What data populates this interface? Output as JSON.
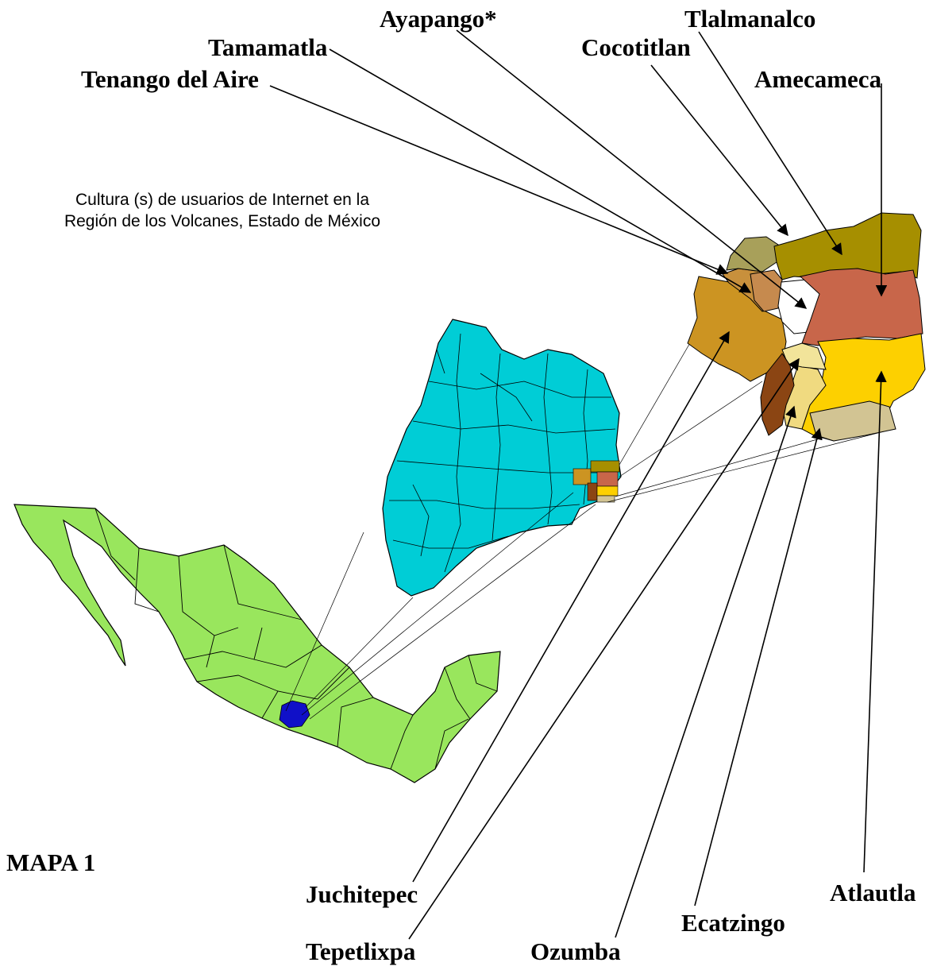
{
  "map_title": {
    "line1": "Cultura (s) de usuarios de Internet en la",
    "line2": "Región de los Volcanes, Estado de México"
  },
  "map_label": "MAPA 1",
  "municipalities": [
    {
      "name": "Ayapango*",
      "color": "#ffffff"
    },
    {
      "name": "Tlalmanalco",
      "color": "#a68f00"
    },
    {
      "name": "Tamamatla",
      "color": "#c68a4e"
    },
    {
      "name": "Cocotitlan",
      "color": "#a8a05a"
    },
    {
      "name": "Tenango del Aire",
      "color": "#c8903c"
    },
    {
      "name": "Amecameca",
      "color": "#c8664a"
    },
    {
      "name": "Juchitepec",
      "color": "#cc9422"
    },
    {
      "name": "Tepetlixpa",
      "color": "#f2e49a"
    },
    {
      "name": "Ozumba",
      "color": "#f0da80"
    },
    {
      "name": "Ecatzingo",
      "color": "#d2c493"
    },
    {
      "name": "Atlautla",
      "color": "#fdd000"
    },
    {
      "name": "",
      "color": "#8b4513"
    }
  ],
  "colors": {
    "mexico": "#99e65d",
    "state_of_mexico": "#00cdd6",
    "highlight_state": "#1010c8",
    "borders": "#000000"
  }
}
